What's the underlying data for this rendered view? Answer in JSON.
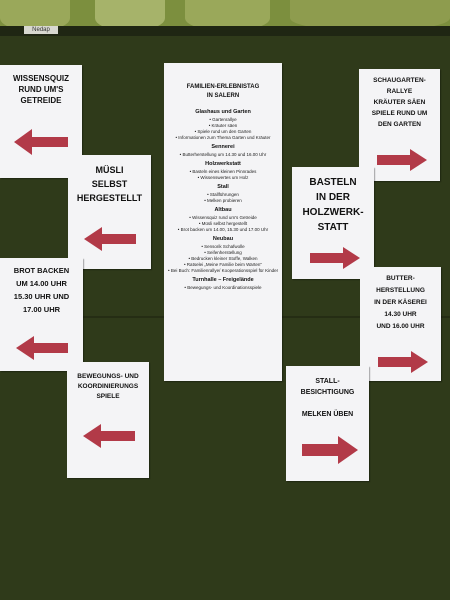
{
  "stamp": "Nedap",
  "signs": {
    "wissensquiz": "WISSENSQUIZ\nRUND UM'S\nGETREIDE",
    "muesli": "MÜSLI\nSELBST\nHERGESTELLT",
    "brot": "BROT BACKEN\nUM 14.00 UHR\n15.30 UHR UND\n17.00 UHR",
    "bewegung": "BEWEGUNGS- UND\nKOORDINIERUNGS\nSPIELE",
    "schaugarten": "SCHAUGARTEN-\nRALLYE\nKRÄUTER SÄEN\nSPIELE RUND UM\nDEN GARTEN",
    "basteln": "BASTELN\nIN DER\nHOLZWERK-\nSTATT",
    "butter": "BUTTER-\nHERSTELLUNG\nIN DER KÄSEREI\n14.30 UHR\nUND 16.00 UHR",
    "stall": "STALL-\nBESICHTIGUNG\n\nMELKEN ÜBEN"
  },
  "program": {
    "title": "FAMILIEN-ERLEBNISTAG\nIN SALERN",
    "sections": [
      {
        "head": "Glashaus und Garten",
        "lines": [
          "• Gartenrallye",
          "• Kräuter säen",
          "• Spiele rund um den Garten",
          "• Informationen zum Thema Garten und Kräuter"
        ]
      },
      {
        "head": "Sennerei",
        "lines": [
          "• Butterherstellung um 14.30 und 16.00 Uhr"
        ]
      },
      {
        "head": "Holzwerkstatt",
        "lines": [
          "• Basteln eines kleinen Pinnrades",
          "• Wissenswertes um Holz"
        ]
      },
      {
        "head": "Stall",
        "lines": [
          "• Stallführungen",
          "• Melken probieren"
        ]
      },
      {
        "head": "Altbau",
        "lines": [
          "• Wissensquiz rund um's Getreide",
          "• Müsli selbst hergestellt",
          "• Brot backen um 14.00, 15.30 und 17.00 Uhr"
        ]
      },
      {
        "head": "Neubau",
        "lines": [
          "• Sensorik Schafwolle",
          "• Seifenherstellung",
          "• Bedrucken kleiner Stoffe, Walken",
          "• Ratselei „Meine Familie beim Warten\"",
          "• Bei Buch: Familienrallye/ Kooperationsspiel für Kinder"
        ]
      },
      {
        "head": "Turnhalle – Freigelände",
        "lines": [
          "• Bewegungs- und Koordinationsspiele"
        ]
      }
    ]
  },
  "colors": {
    "arrow": "#b23a48",
    "paper": "#f4f4f6",
    "board": "#2f3a1a"
  }
}
